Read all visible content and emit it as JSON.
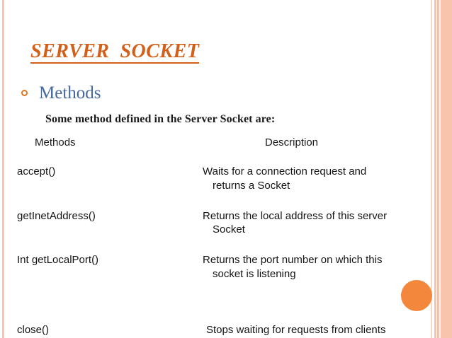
{
  "slide": {
    "title": "SERVER  SOCKET",
    "bullet": {
      "icon": "ring-bullet-icon",
      "label": "Methods"
    },
    "intro": "Some method defined in the Server Socket are:",
    "table": {
      "headers": {
        "methods": "Methods",
        "description": "Description"
      },
      "rows": [
        {
          "method": "accept()",
          "desc_line1": "Waits for a connection request and",
          "desc_line2": "returns a Socket"
        },
        {
          "method": "getInetAddress()",
          "desc_line1": "Returns the local address of this server",
          "desc_line2": "Socket"
        },
        {
          "method": "Int getLocalPort()",
          "desc_line1": "Returns the port number on which this",
          "desc_line2": "socket is listening"
        },
        {
          "method": "close()",
          "desc_line1": "Stops waiting for requests from clients",
          "desc_line2": ""
        }
      ]
    },
    "decorations": {
      "dot": "orange-circle-decoration",
      "left_rule": "left-edge-rule",
      "right_band": "right-edge-band"
    },
    "colors": {
      "title": "#d2601a",
      "bullet_label": "#45689f",
      "bullet_mark": "#e2761f",
      "dot": "#f3883d",
      "band": "#f8c4ab",
      "body_text": "#141414"
    }
  }
}
